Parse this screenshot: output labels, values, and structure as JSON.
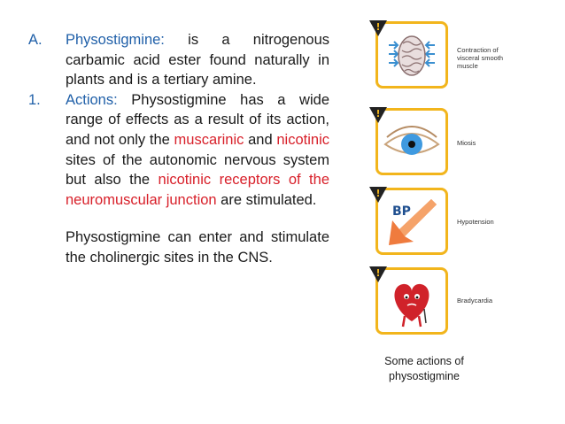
{
  "items": [
    {
      "marker": "A.",
      "label": "Physostigmine:",
      "text": " is a nitrogenous carbamic acid ester found naturally in plants and is a tertiary amine."
    },
    {
      "marker": "1.",
      "label": "Actions:",
      "t1": " Physostigmine has a wide range of effects as a result of its action, and not only the ",
      "red1": "muscarinic",
      "t2": " and ",
      "red2": "nicotinic",
      "t3": " sites of the autonomic nervous system but also the ",
      "red3": "nicotinic receptors of the neuromuscular junction",
      "t4": " are stimulated."
    }
  ],
  "paragraph": "Physostigmine can enter and stimulate the cholinergic sites in the CNS.",
  "figure": {
    "warning_mark": "!",
    "bp_text": "BP",
    "effects": [
      {
        "line1": "Contraction of",
        "line2": "visceral smooth",
        "line3": "muscle"
      },
      {
        "line1": "Miosis"
      },
      {
        "line1": "Hypotension"
      },
      {
        "line1": "Bradycardia"
      }
    ],
    "caption_line1": "Some actions of",
    "caption_line2": "physostigmine"
  },
  "colors": {
    "accent_blue": "#1f5fa8",
    "highlight_red": "#d8202a",
    "panel_border": "#f2b51c"
  }
}
